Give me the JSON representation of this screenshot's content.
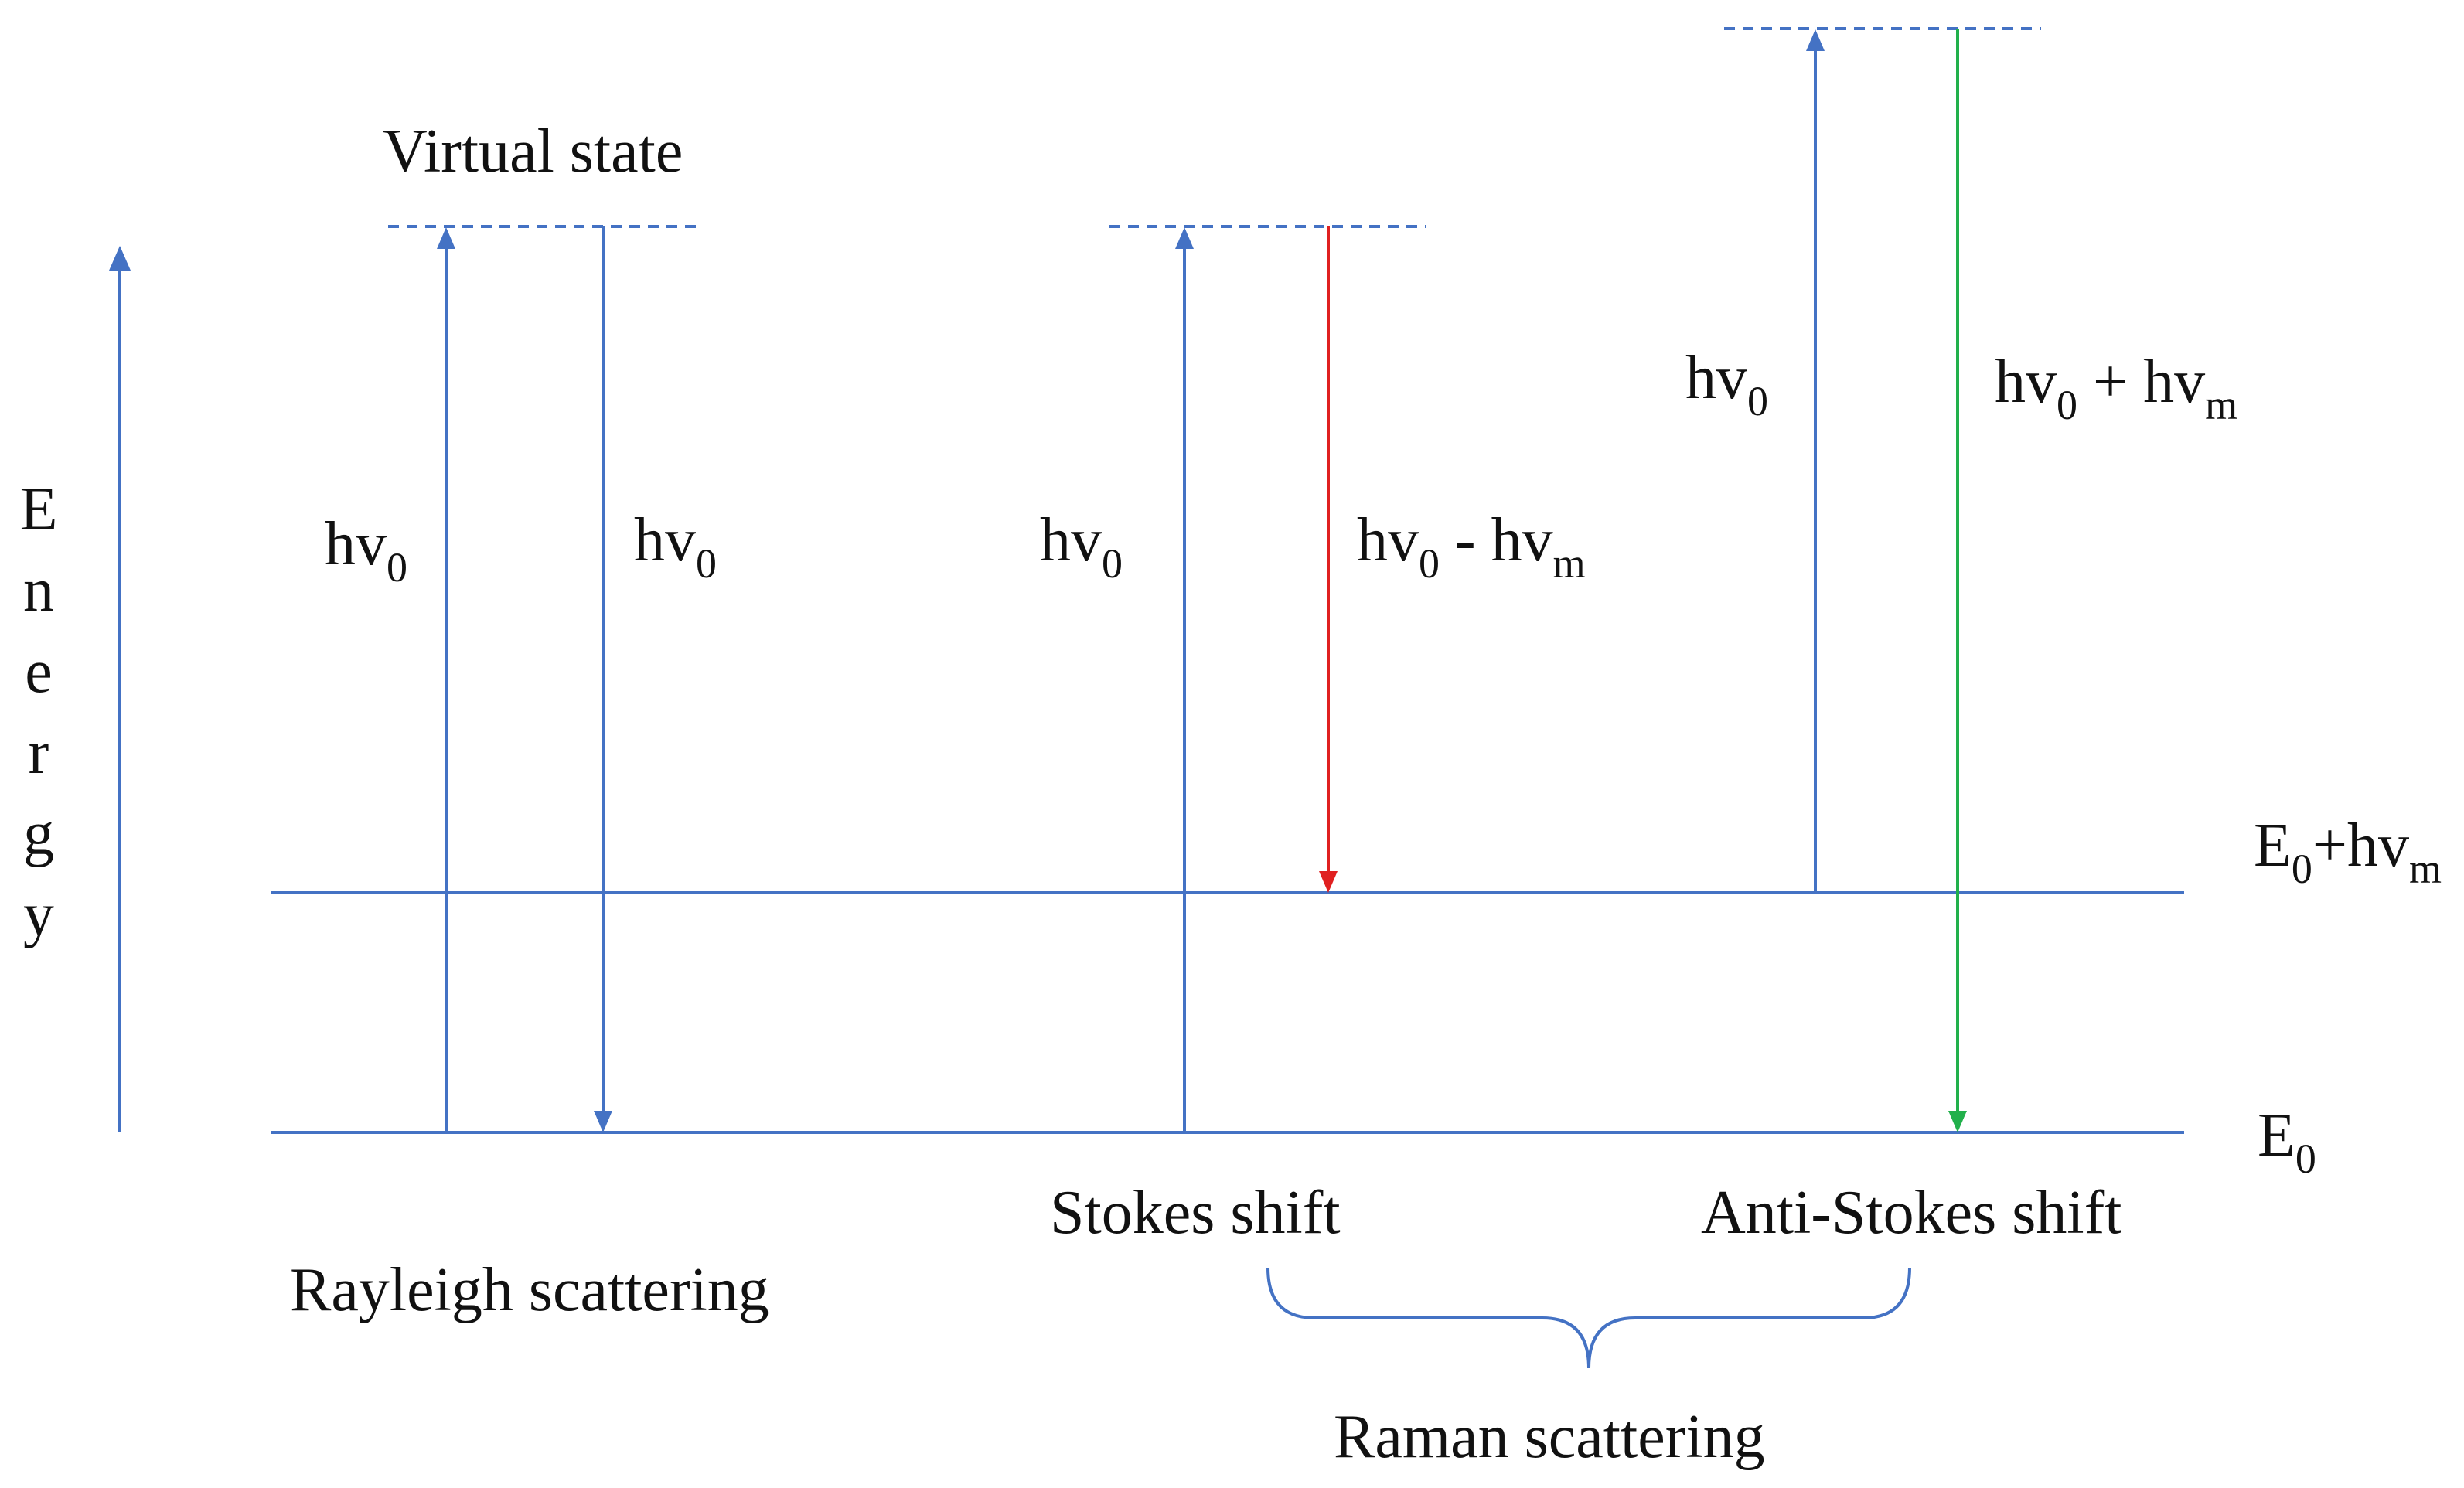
{
  "diagram": {
    "axis_label_letters": [
      "E",
      "n",
      "e",
      "r",
      "g",
      "y"
    ],
    "virtual_state_label": "Virtual state",
    "levels": {
      "ground": {
        "label": "E",
        "sub": "0"
      },
      "excited": {
        "label": "E",
        "sub": "0",
        "label_tail": "+hv",
        "sub_tail": "m"
      }
    },
    "rayleigh": {
      "up_label": {
        "main": "hv",
        "sub": "0"
      },
      "down_label": {
        "main": "hv",
        "sub": "0"
      },
      "caption": "Rayleigh scattering"
    },
    "stokes": {
      "up_label": {
        "main": "hv",
        "sub": "0"
      },
      "down_label": {
        "main": "hv",
        "sub": "0",
        "mid": " - hv",
        "sub2": "m"
      },
      "caption": "Stokes shift"
    },
    "anti_stokes": {
      "up_label": {
        "main": "hv",
        "sub": "0"
      },
      "down_label": {
        "main": "hv",
        "sub": "0",
        "mid": " + hv",
        "sub2": "m"
      },
      "caption": "Anti-Stokes shift"
    },
    "raman_caption": "Raman scattering",
    "colors": {
      "blue": "#4472c4",
      "red": "#e02020",
      "green": "#21b04b",
      "text": "#111111"
    }
  }
}
